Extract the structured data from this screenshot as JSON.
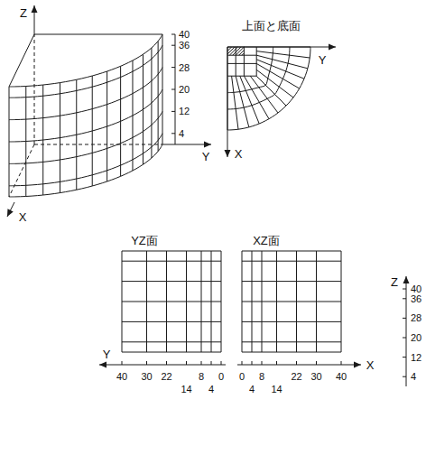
{
  "diagram": {
    "labels": [
      "Z",
      "40",
      "36",
      "28",
      "20",
      "12",
      "4",
      "上面と底面",
      "Y",
      "Y",
      "X",
      "X",
      "YZ面",
      "XZ面",
      "Z",
      "40",
      "36",
      "28",
      "20",
      "12",
      "4",
      "Y",
      "40",
      "30",
      "22",
      "8",
      "0",
      "14",
      "4",
      "0",
      "8",
      "22",
      "30",
      "40",
      "X",
      "4",
      "14"
    ]
  }
}
